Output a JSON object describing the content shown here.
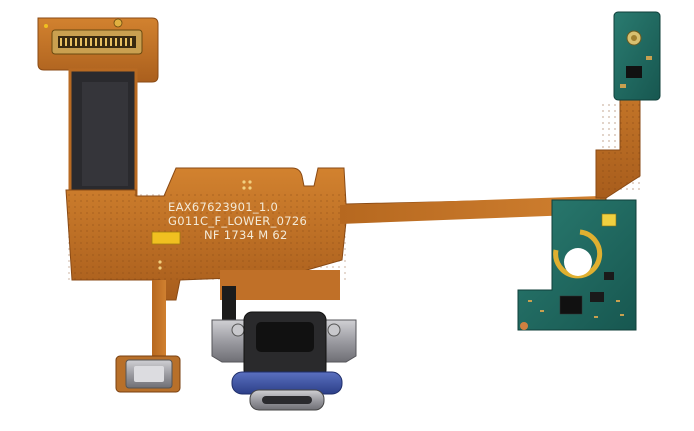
{
  "photo": {
    "subject": "flex-cable-with-usb-c-port",
    "silkscreen": {
      "line1": "EAX67623901_1.0",
      "line2": "G011C_F_LOWER_0726",
      "line3": "NF 1734 M 62"
    },
    "colors": {
      "background": "#ffffff",
      "flex_copper": "#c8762a",
      "flex_copper_dark": "#9a5418",
      "flex_black": "#2a2a2e",
      "gold": "#f0c020",
      "pcb_green": "#1f6b62",
      "port_metal": "#a8a8ac",
      "port_blue": "#3e57a8",
      "connector_black": "#1c1c1c"
    }
  }
}
